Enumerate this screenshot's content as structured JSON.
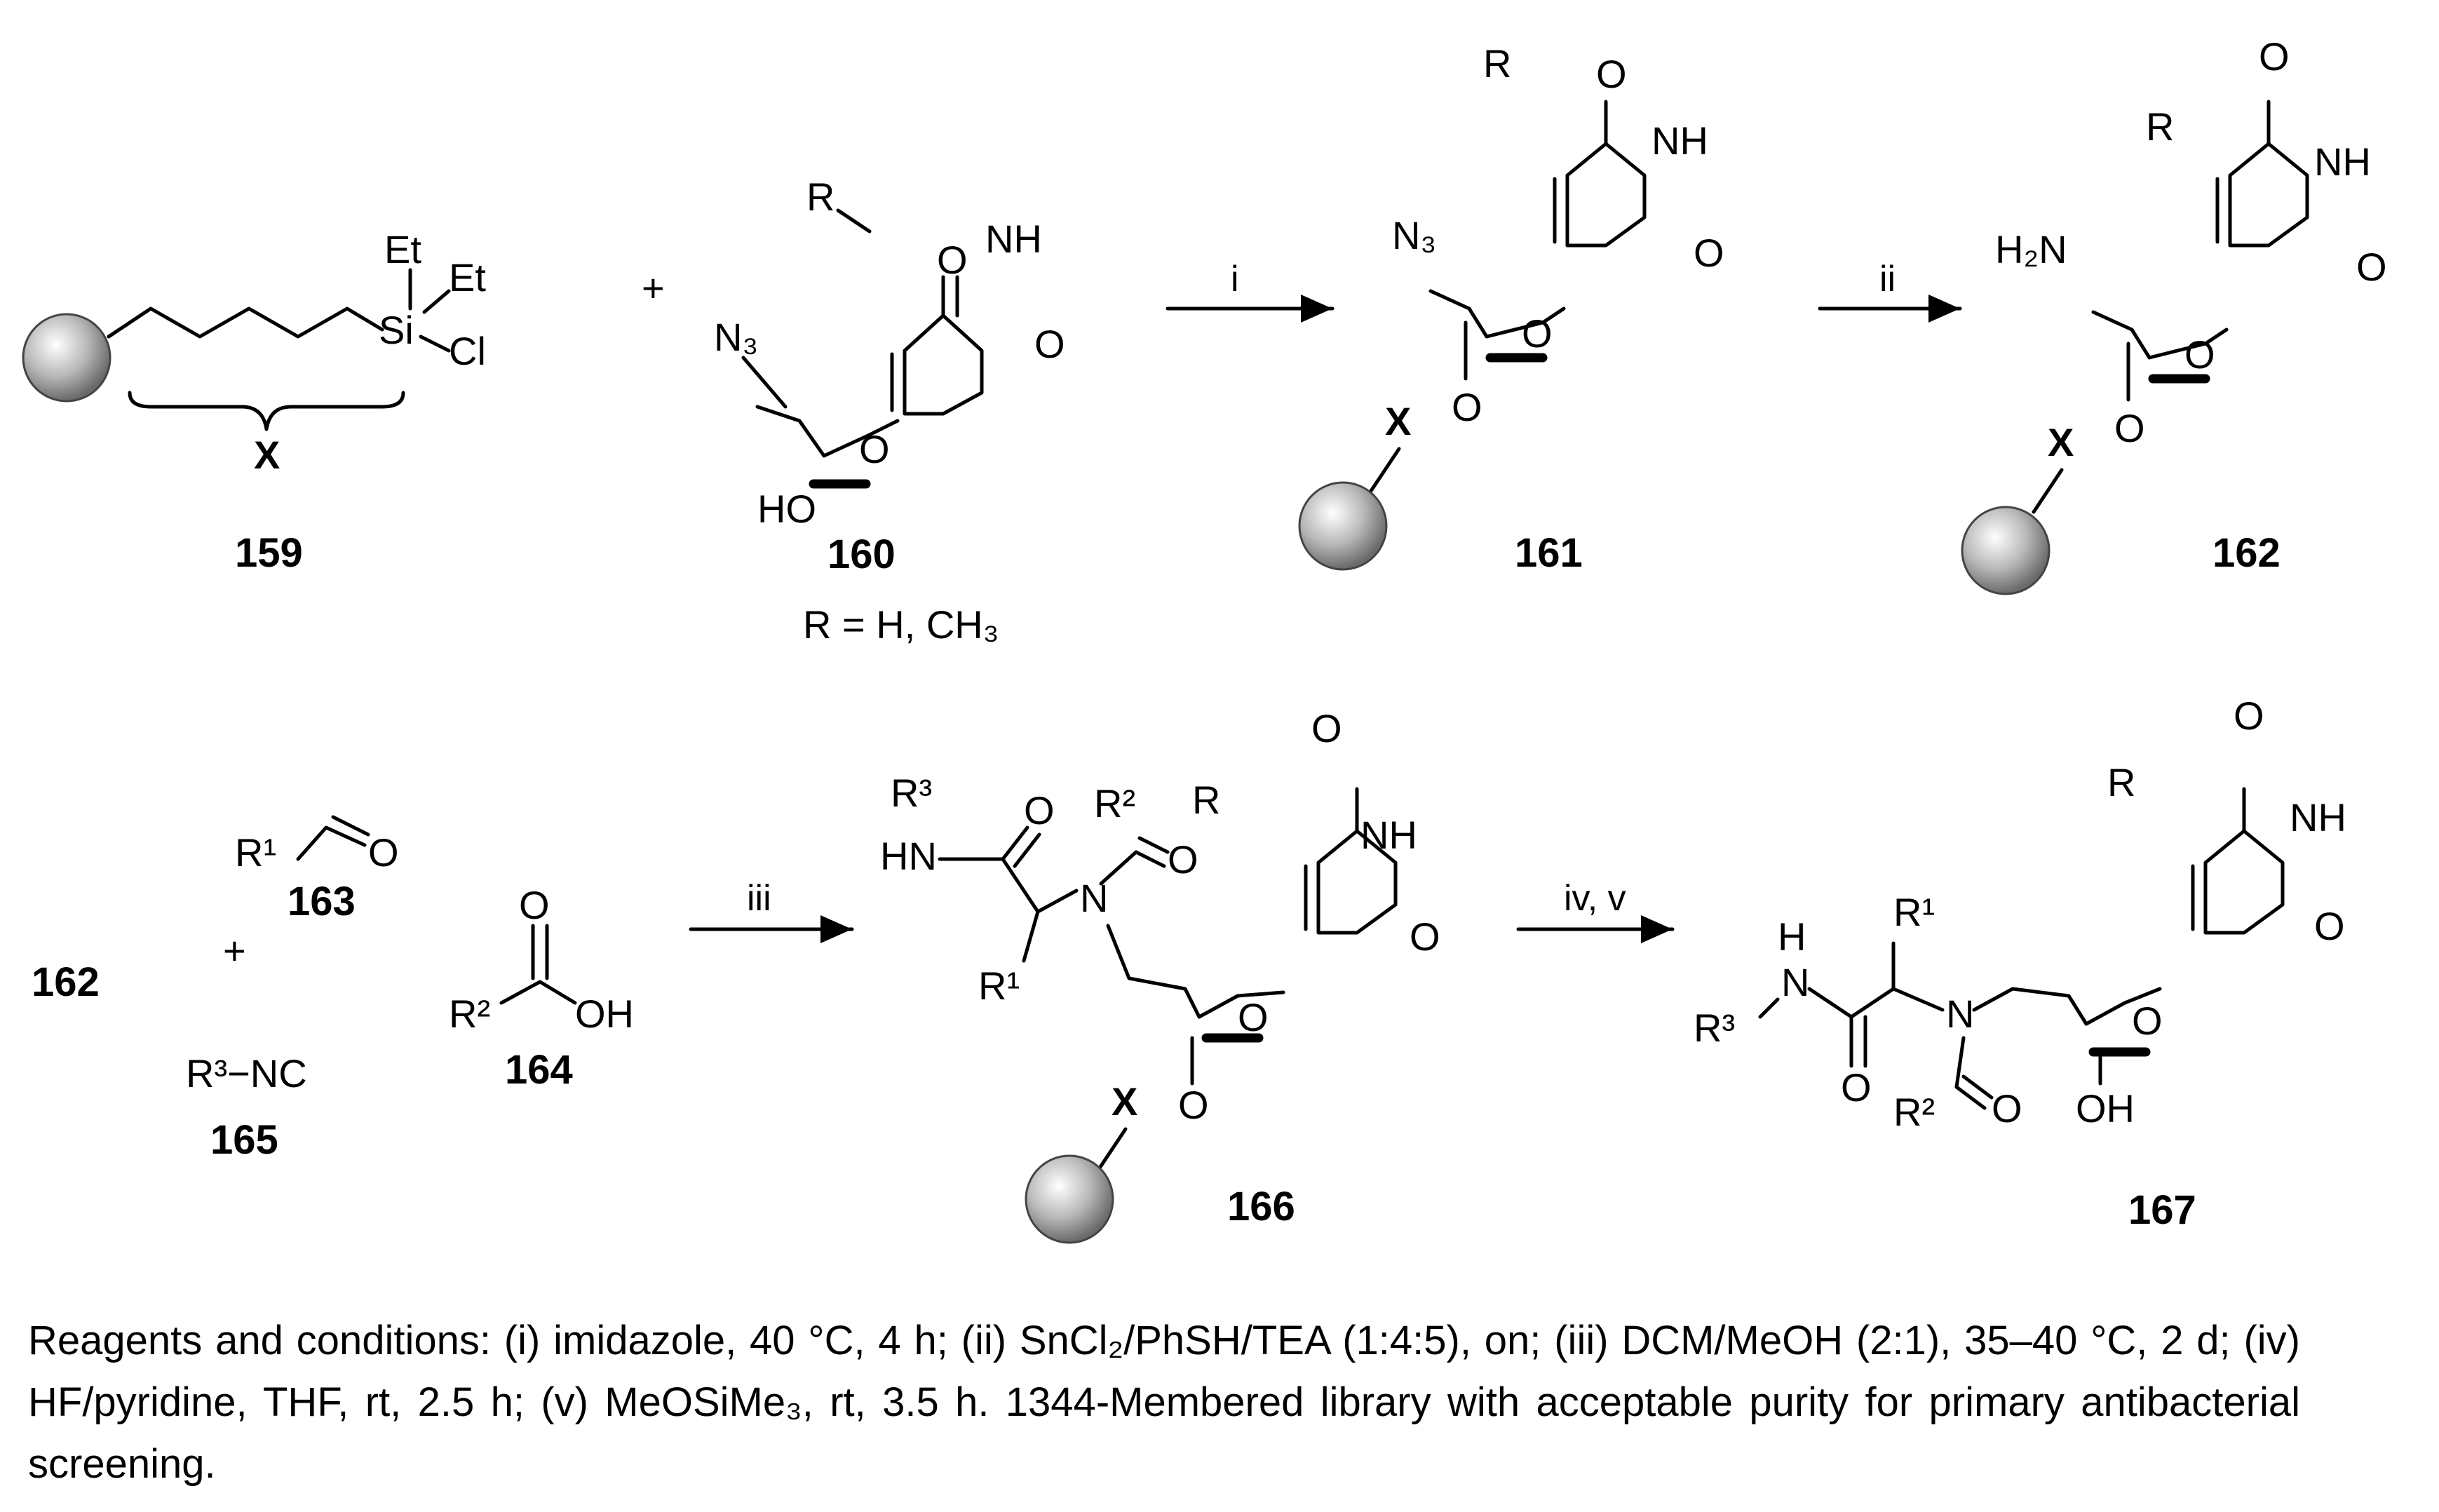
{
  "compounds": {
    "c159": "159",
    "c160": "160",
    "c161": "161",
    "c162": "162",
    "c162b": "162",
    "c163": "163",
    "c164": "164",
    "c165": "165",
    "c166": "166",
    "c167": "167"
  },
  "r_note": "R = H, CH₃",
  "linker_label": "X",
  "reagent_steps": {
    "i": "i",
    "ii": "ii",
    "iii": "iii",
    "iv_v": "iv, v"
  },
  "plus": "+",
  "atoms": {
    "O": "O",
    "NH": "NH",
    "N": "N",
    "HN": "HN",
    "R": "R",
    "HO": "HO",
    "OH": "OH",
    "N3": "N₃",
    "H2N": "H₂N",
    "Et": "Et",
    "Si": "Si",
    "Cl": "Cl",
    "H": "H",
    "R1": "R¹",
    "R2": "R²",
    "R3": "R³",
    "R3NC": "R³−NC"
  },
  "caption": "Reagents and conditions: (i) imidazole, 40 °C, 4 h; (ii) SnCl₂/PhSH/TEA (1:4:5), on; (iii) DCM/MeOH (2:1), 35–40 °C, 2 d; (iv) HF/pyridine, THF, rt, 2.5 h; (v) MeOSiMe₃, rt, 3.5 h. 1344-Membered library with acceptable purity for primary antibacterial screening."
}
